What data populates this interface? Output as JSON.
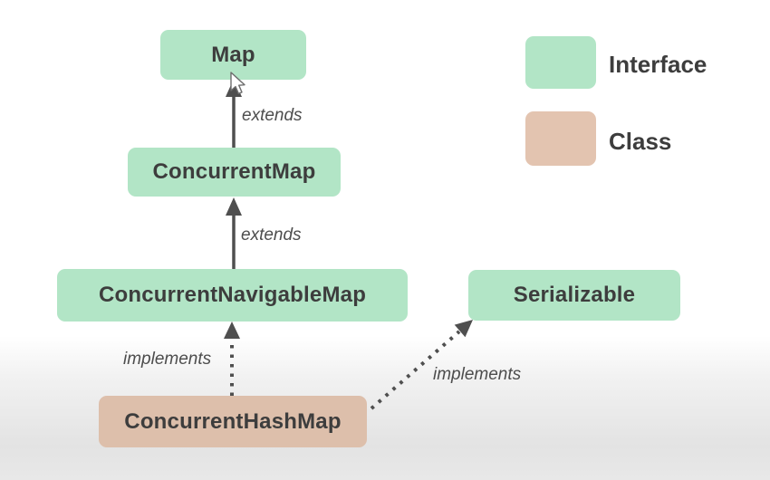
{
  "diagram": {
    "nodes": [
      {
        "label": "Map",
        "type": "interface"
      },
      {
        "label": "ConcurrentMap",
        "type": "interface"
      },
      {
        "label": "ConcurrentNavigableMap",
        "type": "interface"
      },
      {
        "label": "Serializable",
        "type": "interface"
      },
      {
        "label": "ConcurrentHashMap",
        "type": "class"
      }
    ],
    "edges": [
      {
        "from": "ConcurrentMap",
        "to": "Map",
        "label": "extends",
        "style": "solid"
      },
      {
        "from": "ConcurrentNavigableMap",
        "to": "ConcurrentMap",
        "label": "extends",
        "style": "solid"
      },
      {
        "from": "ConcurrentHashMap",
        "to": "ConcurrentNavigableMap",
        "label": "implements",
        "style": "dashed"
      },
      {
        "from": "ConcurrentHashMap",
        "to": "Serializable",
        "label": "implements",
        "style": "dashed"
      }
    ],
    "legend": [
      {
        "label": "Interface",
        "color": "#b2e5c6"
      },
      {
        "label": "Class",
        "color": "#e3c4b0"
      }
    ],
    "colors": {
      "interface_fill": "#b2e5c6",
      "class_fill": "#ddbfab",
      "text": "#3d3d3d",
      "arrow": "#4f4f4f",
      "background_bottom": "#e3e3e3"
    }
  }
}
